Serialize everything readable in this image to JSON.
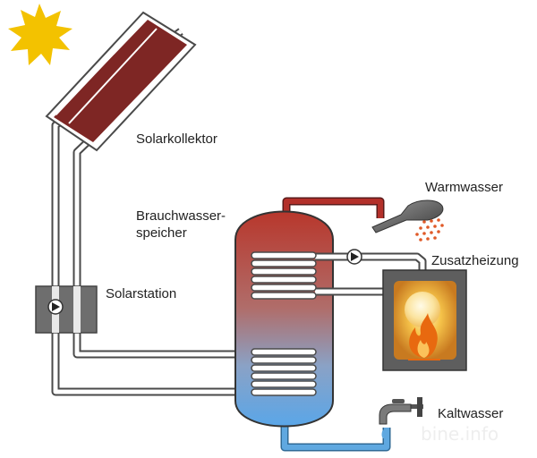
{
  "labels": {
    "collector": "Solarkollektor",
    "storage_line1": "Brauchwasser-",
    "storage_line2": "speicher",
    "station": "Solarstation",
    "hot_water": "Warmwasser",
    "aux_heating": "Zusatzheizung",
    "cold_water": "Kaltwasser"
  },
  "watermark": "bine.info",
  "colors": {
    "sun": "#f3c200",
    "collector": "#7e2624",
    "pipe_outline": "#4a4a4a",
    "tank_hot": "#c0362c",
    "tank_cold": "#6aaee6",
    "hot_pipe": "#b3302a",
    "cold_pipe": "#5fa8e0",
    "boiler_box": "#5e5e5e",
    "flame": "#e8690f"
  },
  "icons": [
    "sun-icon",
    "pump-icon",
    "shower-head-icon",
    "flame-icon",
    "water-tap-icon"
  ]
}
